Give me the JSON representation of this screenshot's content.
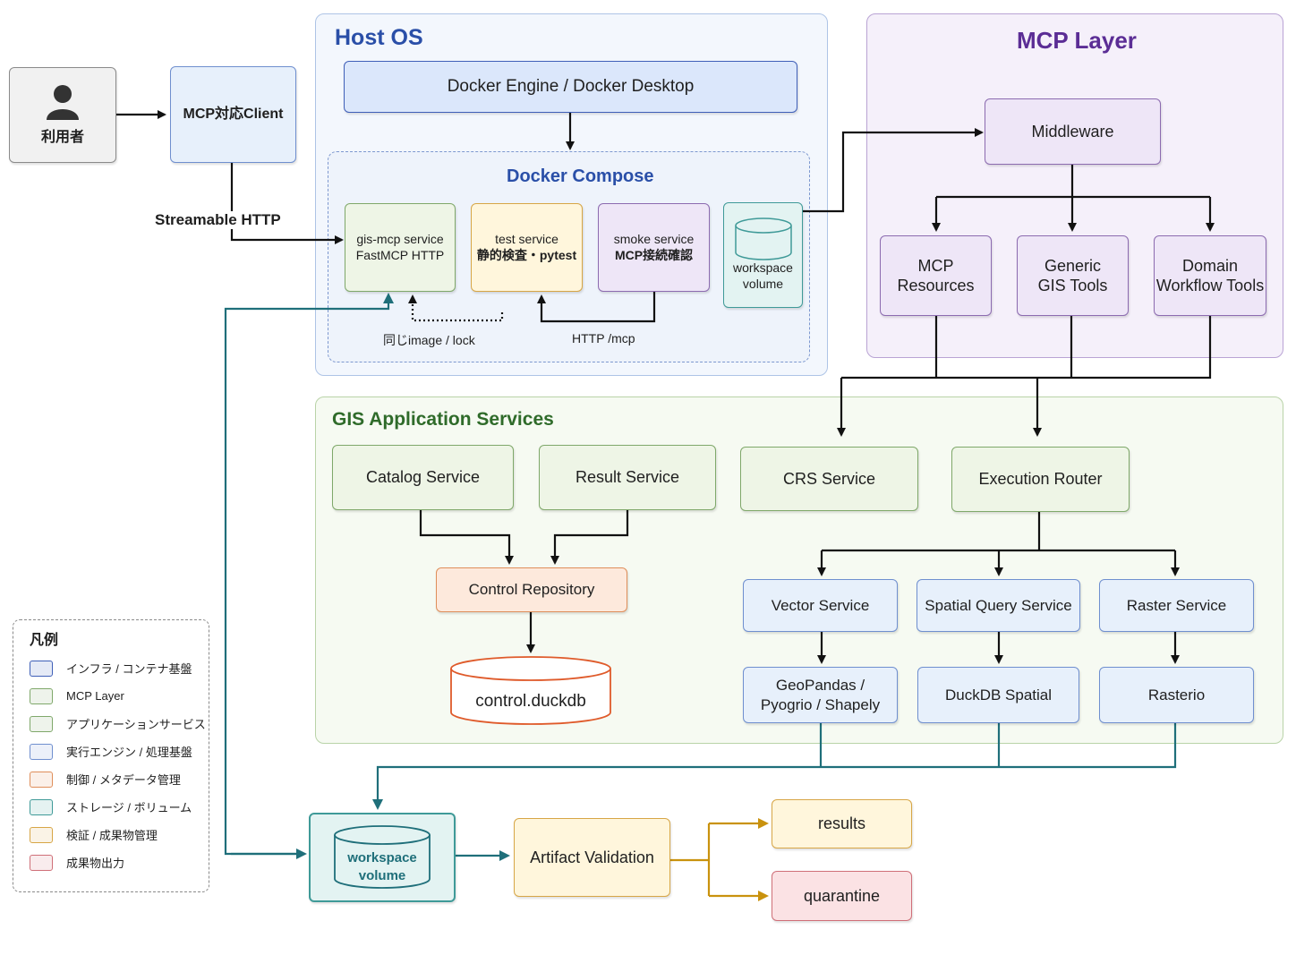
{
  "user": {
    "label": "利用者"
  },
  "client": {
    "label": "MCP対応Client"
  },
  "streamable_label": "Streamable HTTP",
  "host_os": {
    "title": "Host OS",
    "docker_engine": "Docker Engine / Docker Desktop",
    "compose": {
      "title": "Docker Compose",
      "gis_mcp": [
        "gis-mcp service",
        "FastMCP HTTP"
      ],
      "test": [
        "test service",
        "静的検査・pytest"
      ],
      "smoke": [
        "smoke service",
        "MCP接続確認"
      ],
      "workspace": [
        "workspace",
        "volume"
      ],
      "same_image_label": "同じimage / lock",
      "http_mcp_label": "HTTP /mcp"
    }
  },
  "mcp_layer": {
    "title": "MCP Layer",
    "middleware": "Middleware",
    "resources": [
      "MCP",
      "Resources"
    ],
    "generic": [
      "Generic",
      "GIS Tools"
    ],
    "domain": [
      "Domain",
      "Workflow Tools"
    ]
  },
  "gis_app": {
    "title": "GIS Application Services",
    "catalog": "Catalog Service",
    "result": "Result Service",
    "crs": "CRS Service",
    "router": "Execution Router",
    "control_repo": "Control Repository",
    "control_db": "control.duckdb",
    "vector": "Vector Service",
    "spatial": "Spatial Query Service",
    "raster": "Raster Service",
    "geopandas": [
      "GeoPandas /",
      "Pyogrio / Shapely"
    ],
    "duckdb_spatial": "DuckDB Spatial",
    "rasterio": "Rasterio"
  },
  "workspace_bottom": [
    "workspace",
    "volume"
  ],
  "artifact_validation": "Artifact Validation",
  "results": "results",
  "quarantine": "quarantine",
  "legend": {
    "title": "凡例",
    "items": [
      {
        "label": "インフラ / コンテナ基盤",
        "color": "#3f5fb8"
      },
      {
        "label": "MCP Layer",
        "color": "#7fa86a"
      },
      {
        "label": "アプリケーションサービス",
        "color": "#7fa86a"
      },
      {
        "label": "実行エンジン / 処理基盤",
        "color": "#6f8fcf"
      },
      {
        "label": "制御 / メタデータ管理",
        "color": "#df8e5a"
      },
      {
        "label": "ストレージ / ボリューム",
        "color": "#3f9a98"
      },
      {
        "label": "検証 / 成果物管理",
        "color": "#d7a646"
      },
      {
        "label": "成果物出力",
        "color": "#cf6f78"
      }
    ]
  },
  "colors": {
    "host_title": "#2a4fa8",
    "mcp_title": "#5b2d95",
    "gis_title": "#2f6b2a",
    "compose_title": "#2a4fa8",
    "teal_arrow": "#1f6f7a",
    "gold_arrow": "#c9920e"
  }
}
